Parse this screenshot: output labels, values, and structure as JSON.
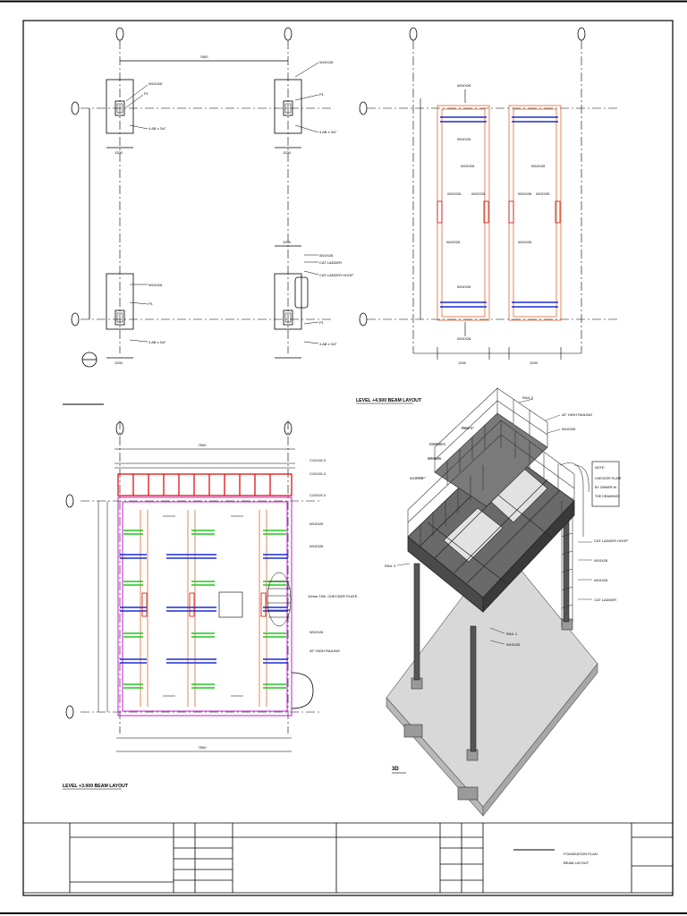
{
  "sheet": {
    "captions": {
      "lower_level": "LEVEL +3.000 BEAM LAYOUT",
      "upper_level": "LEVEL +4.500 BEAM LAYOUT",
      "iso_view": "3D"
    },
    "notes": {
      "note_title": "NOTE:",
      "note_lines": [
        "CHECKER PLATE",
        "BY OWNER IN",
        "THE DRAWINGS"
      ]
    },
    "title_block": {
      "drawing_title_line1": "FOUNDATION PLAN",
      "drawing_title_line2": "BEAM LAYOUT"
    },
    "labels": {
      "wide_flange": "W10X26",
      "pedestal": "P1",
      "channel": "C10X15.3",
      "cat_ladder": "CAT LADDER",
      "cat_ladder_hoop": "CAT LADDER HOOP",
      "rail1": "RAIL 1",
      "rail2": "RAIL 2",
      "rail3": "RAIL 3",
      "handrail": "42\" HIGH RAILING",
      "checker_plate": "10mm THK. CHECKER PLATE",
      "anchor": "4 AB x 3/4\"",
      "dim_long": "7500",
      "dim_short": "1200"
    }
  }
}
